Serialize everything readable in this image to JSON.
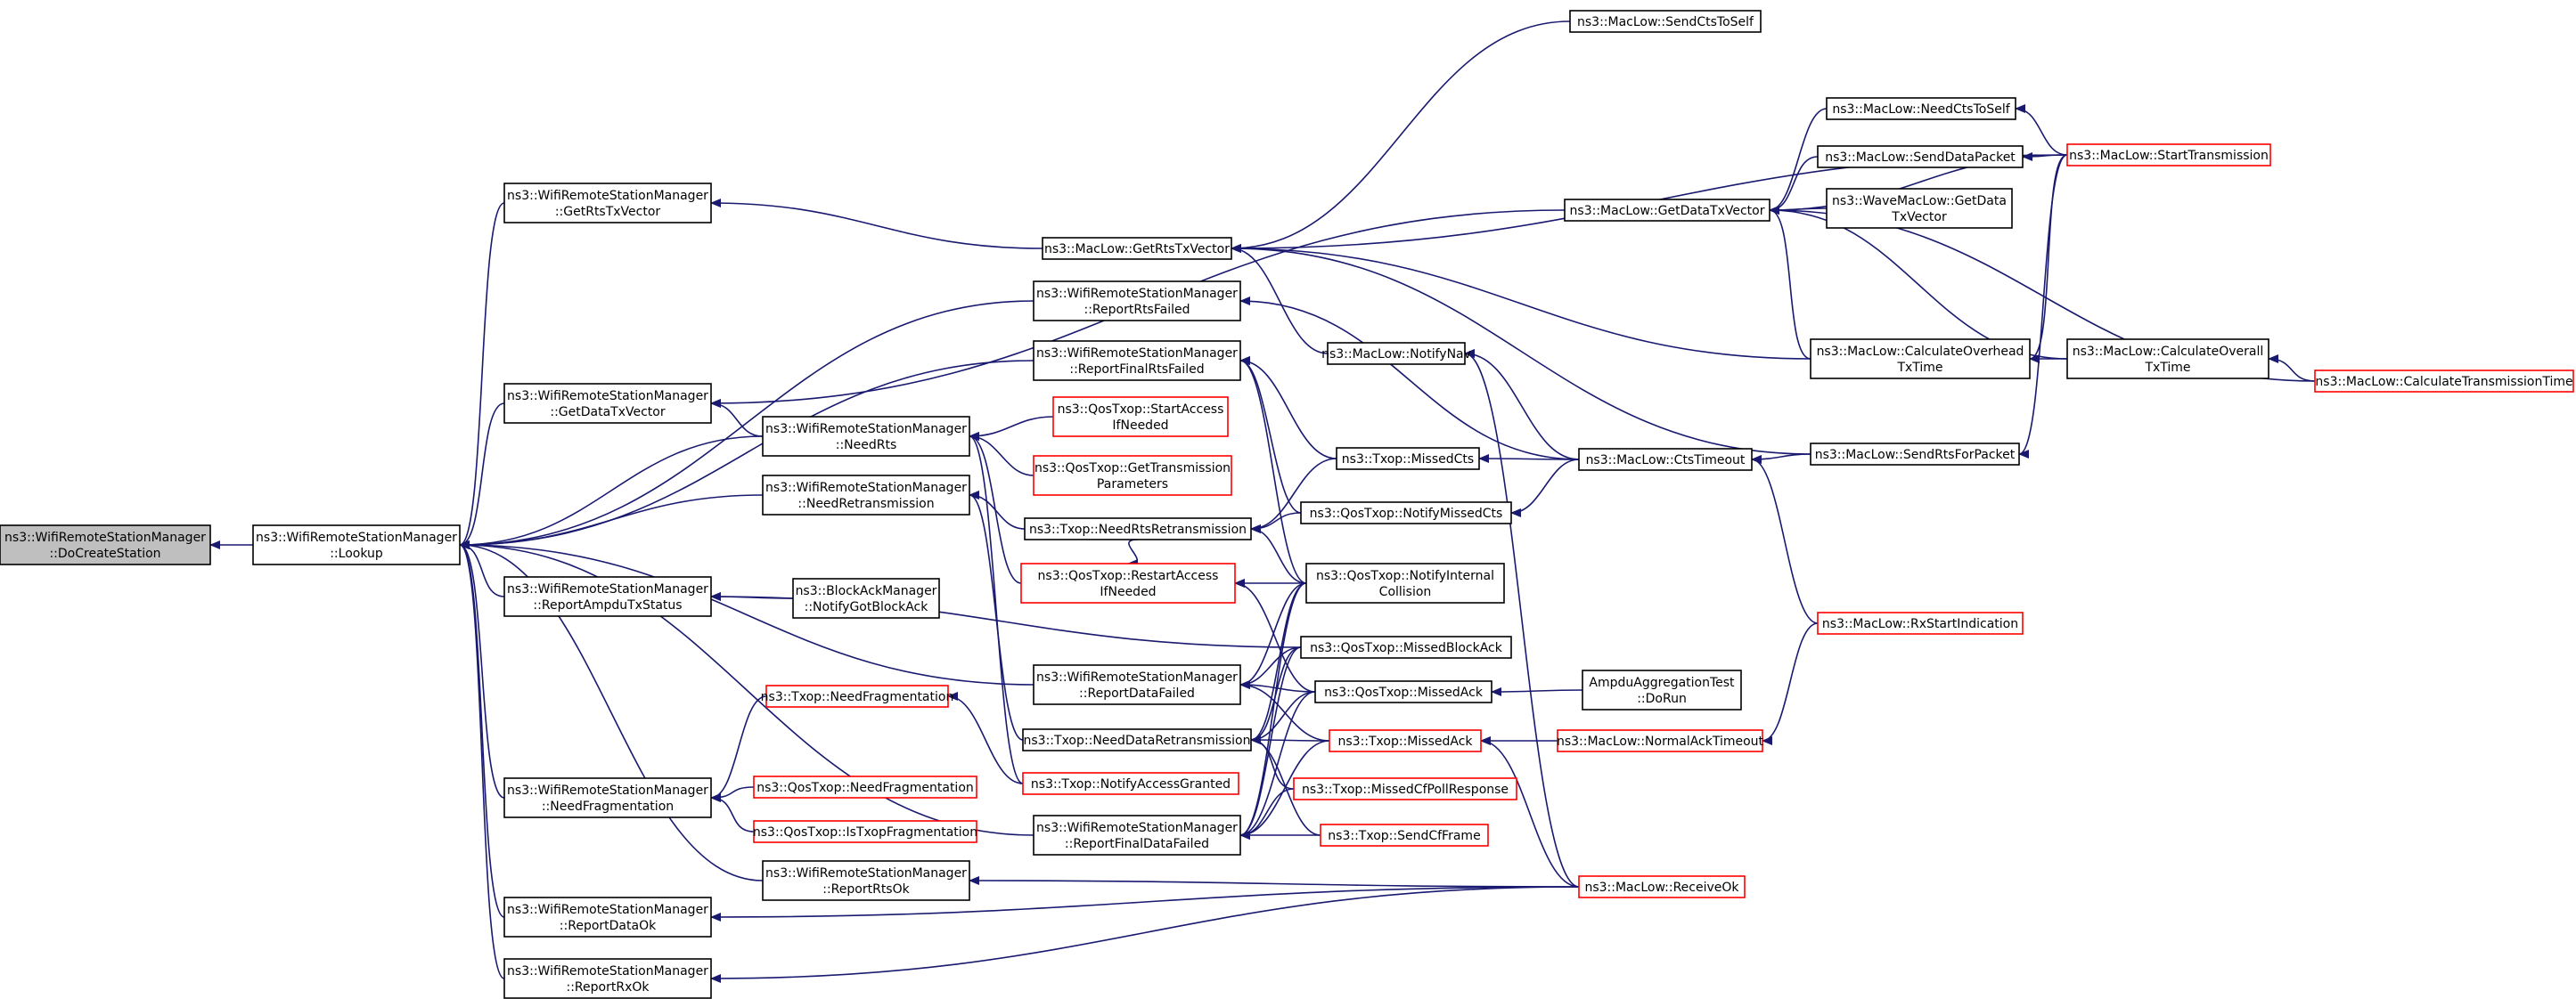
{
  "colors": {
    "edge": "#191970",
    "box_border_normal": "#000000",
    "box_border_truncated": "#ff0000",
    "box_fill_root": "#bfbfbf",
    "box_fill": "#ffffff"
  },
  "nodes": [
    {
      "id": "root",
      "lines": [
        "ns3::WifiRemoteStationManager",
        "::DoCreateStation"
      ],
      "style": "root"
    },
    {
      "id": "lookup",
      "lines": [
        "ns3::WifiRemoteStationManager",
        "::Lookup"
      ],
      "style": "normal"
    },
    {
      "id": "getRtsTxVector",
      "lines": [
        "ns3::WifiRemoteStationManager",
        "::GetRtsTxVector"
      ],
      "style": "normal"
    },
    {
      "id": "getDataTxVector",
      "lines": [
        "ns3::WifiRemoteStationManager",
        "::GetDataTxVector"
      ],
      "style": "normal"
    },
    {
      "id": "reportAmpdu",
      "lines": [
        "ns3::WifiRemoteStationManager",
        "::ReportAmpduTxStatus"
      ],
      "style": "normal"
    },
    {
      "id": "needFrag",
      "lines": [
        "ns3::WifiRemoteStationManager",
        "::NeedFragmentation"
      ],
      "style": "normal"
    },
    {
      "id": "reportDataOk",
      "lines": [
        "ns3::WifiRemoteStationManager",
        "::ReportDataOk"
      ],
      "style": "normal"
    },
    {
      "id": "reportRxOk",
      "lines": [
        "ns3::WifiRemoteStationManager",
        "::ReportRxOk"
      ],
      "style": "normal"
    },
    {
      "id": "needRts",
      "lines": [
        "ns3::WifiRemoteStationManager",
        "::NeedRts"
      ],
      "style": "normal"
    },
    {
      "id": "needRetrans",
      "lines": [
        "ns3::WifiRemoteStationManager",
        "::NeedRetransmission"
      ],
      "style": "normal"
    },
    {
      "id": "blockAck",
      "lines": [
        "ns3::BlockAckManager",
        "::NotifyGotBlockAck"
      ],
      "style": "normal"
    },
    {
      "id": "txopNeedFrag",
      "lines": [
        "ns3::Txop::NeedFragmentation"
      ],
      "style": "truncated"
    },
    {
      "id": "qosNeedFrag",
      "lines": [
        "ns3::QosTxop::NeedFragmentation"
      ],
      "style": "truncated"
    },
    {
      "id": "qosIsTxopFrag",
      "lines": [
        "ns3::QosTxop::IsTxopFragmentation"
      ],
      "style": "truncated"
    },
    {
      "id": "reportRtsOk",
      "lines": [
        "ns3::WifiRemoteStationManager",
        "::ReportRtsOk"
      ],
      "style": "normal"
    },
    {
      "id": "macGetRts",
      "lines": [
        "ns3::MacLow::GetRtsTxVector"
      ],
      "style": "normal"
    },
    {
      "id": "reportRtsFailed",
      "lines": [
        "ns3::WifiRemoteStationManager",
        "::ReportRtsFailed"
      ],
      "style": "normal"
    },
    {
      "id": "reportFinalRtsFailed",
      "lines": [
        "ns3::WifiRemoteStationManager",
        "::ReportFinalRtsFailed"
      ],
      "style": "normal"
    },
    {
      "id": "qosStartAccess",
      "lines": [
        "ns3::QosTxop::StartAccess",
        "IfNeeded"
      ],
      "style": "truncated"
    },
    {
      "id": "qosGetTransParams",
      "lines": [
        "ns3::QosTxop::GetTransmission",
        "Parameters"
      ],
      "style": "truncated"
    },
    {
      "id": "txopNeedRtsRetrans",
      "lines": [
        "ns3::Txop::NeedRtsRetransmission"
      ],
      "style": "normal"
    },
    {
      "id": "qosRestartAccess",
      "lines": [
        "ns3::QosTxop::RestartAccess",
        "IfNeeded"
      ],
      "style": "truncated"
    },
    {
      "id": "reportDataFailed",
      "lines": [
        "ns3::WifiRemoteStationManager",
        "::ReportDataFailed"
      ],
      "style": "normal"
    },
    {
      "id": "txopNeedDataRetrans",
      "lines": [
        "ns3::Txop::NeedDataRetransmission"
      ],
      "style": "normal"
    },
    {
      "id": "txopNotifyAccess",
      "lines": [
        "ns3::Txop::NotifyAccessGranted"
      ],
      "style": "truncated"
    },
    {
      "id": "reportFinalDataFailed",
      "lines": [
        "ns3::WifiRemoteStationManager",
        "::ReportFinalDataFailed"
      ],
      "style": "normal"
    },
    {
      "id": "macSendCtsToSelf",
      "lines": [
        "ns3::MacLow::SendCtsToSelf"
      ],
      "style": "normal"
    },
    {
      "id": "macNotifyNav",
      "lines": [
        "ns3::MacLow::NotifyNav"
      ],
      "style": "normal"
    },
    {
      "id": "txopMissedCts",
      "lines": [
        "ns3::Txop::MissedCts"
      ],
      "style": "normal"
    },
    {
      "id": "qosNotifyMissedCts",
      "lines": [
        "ns3::QosTxop::NotifyMissedCts"
      ],
      "style": "normal"
    },
    {
      "id": "qosNotifyInternal",
      "lines": [
        "ns3::QosTxop::NotifyInternal",
        "Collision"
      ],
      "style": "normal"
    },
    {
      "id": "qosMissedBlockAck",
      "lines": [
        "ns3::QosTxop::MissedBlockAck"
      ],
      "style": "normal"
    },
    {
      "id": "qosMissedAck",
      "lines": [
        "ns3::QosTxop::MissedAck"
      ],
      "style": "normal"
    },
    {
      "id": "txopMissedAck",
      "lines": [
        "ns3::Txop::MissedAck"
      ],
      "style": "truncated"
    },
    {
      "id": "txopMissedCfPoll",
      "lines": [
        "ns3::Txop::MissedCfPollResponse"
      ],
      "style": "truncated"
    },
    {
      "id": "txopSendCfFrame",
      "lines": [
        "ns3::Txop::SendCfFrame"
      ],
      "style": "truncated"
    },
    {
      "id": "macGetData",
      "lines": [
        "ns3::MacLow::GetDataTxVector"
      ],
      "style": "normal"
    },
    {
      "id": "macCtsTimeout",
      "lines": [
        "ns3::MacLow::CtsTimeout"
      ],
      "style": "normal"
    },
    {
      "id": "ampduTest",
      "lines": [
        "AmpduAggregationTest",
        "::DoRun"
      ],
      "style": "normal"
    },
    {
      "id": "macNormalAck",
      "lines": [
        "ns3::MacLow::NormalAckTimeout"
      ],
      "style": "truncated"
    },
    {
      "id": "macReceiveOk",
      "lines": [
        "ns3::MacLow::ReceiveOk"
      ],
      "style": "truncated"
    },
    {
      "id": "macRxStart",
      "lines": [
        "ns3::MacLow::RxStartIndication"
      ],
      "style": "truncated"
    },
    {
      "id": "macNeedCtsToSelf",
      "lines": [
        "ns3::MacLow::NeedCtsToSelf"
      ],
      "style": "normal"
    },
    {
      "id": "macSendDataPacket",
      "lines": [
        "ns3::MacLow::SendDataPacket"
      ],
      "style": "normal"
    },
    {
      "id": "waveGetData",
      "lines": [
        "ns3::WaveMacLow::GetData",
        "TxVector"
      ],
      "style": "normal"
    },
    {
      "id": "macCalcOverhead",
      "lines": [
        "ns3::MacLow::CalculateOverhead",
        "TxTime"
      ],
      "style": "normal"
    },
    {
      "id": "macSendRts",
      "lines": [
        "ns3::MacLow::SendRtsForPacket"
      ],
      "style": "normal"
    },
    {
      "id": "macStartTrans",
      "lines": [
        "ns3::MacLow::StartTransmission"
      ],
      "style": "truncated"
    },
    {
      "id": "macCalcOverall",
      "lines": [
        "ns3::MacLow::CalculateOverall",
        "TxTime"
      ],
      "style": "normal"
    },
    {
      "id": "macCalcTransTime",
      "lines": [
        "ns3::MacLow::CalculateTransmissionTime"
      ],
      "style": "truncated"
    }
  ],
  "edges": [
    [
      "lookup",
      "root"
    ],
    [
      "getRtsTxVector",
      "lookup"
    ],
    [
      "getDataTxVector",
      "lookup"
    ],
    [
      "needRts",
      "lookup"
    ],
    [
      "needRetrans",
      "lookup"
    ],
    [
      "reportAmpdu",
      "lookup"
    ],
    [
      "needFrag",
      "lookup"
    ],
    [
      "reportDataOk",
      "lookup"
    ],
    [
      "reportRxOk",
      "lookup"
    ],
    [
      "reportRtsOk",
      "lookup"
    ],
    [
      "reportRtsFailed",
      "lookup"
    ],
    [
      "reportFinalRtsFailed",
      "lookup"
    ],
    [
      "reportDataFailed",
      "lookup"
    ],
    [
      "reportFinalDataFailed",
      "lookup"
    ],
    [
      "macGetRts",
      "getRtsTxVector"
    ],
    [
      "macGetData",
      "getDataTxVector"
    ],
    [
      "needRts",
      "getDataTxVector"
    ],
    [
      "blockAck",
      "reportAmpdu"
    ],
    [
      "qosMissedBlockAck",
      "reportAmpdu"
    ],
    [
      "txopNeedFrag",
      "needFrag"
    ],
    [
      "qosNeedFrag",
      "needFrag"
    ],
    [
      "qosIsTxopFrag",
      "needFrag"
    ],
    [
      "macReceiveOk",
      "reportRtsOk"
    ],
    [
      "macReceiveOk",
      "reportDataOk"
    ],
    [
      "macReceiveOk",
      "reportRxOk"
    ],
    [
      "qosStartAccess",
      "needRts"
    ],
    [
      "qosGetTransParams",
      "needRts"
    ],
    [
      "qosRestartAccess",
      "needRts"
    ],
    [
      "txopNotifyAccess",
      "needRts"
    ],
    [
      "txopNeedRtsRetrans",
      "needRetrans"
    ],
    [
      "txopNeedDataRetrans",
      "needRetrans"
    ],
    [
      "txopNotifyAccess",
      "txopNeedFrag"
    ],
    [
      "macSendCtsToSelf",
      "macGetRts"
    ],
    [
      "macStartTrans",
      "macGetRts"
    ],
    [
      "macNotifyNav",
      "macGetRts"
    ],
    [
      "macSendRts",
      "macGetRts"
    ],
    [
      "macCalcOverhead",
      "macGetRts"
    ],
    [
      "macCtsTimeout",
      "reportRtsFailed"
    ],
    [
      "txopMissedCts",
      "reportFinalRtsFailed"
    ],
    [
      "qosNotifyMissedCts",
      "reportFinalRtsFailed"
    ],
    [
      "qosNotifyInternal",
      "reportFinalRtsFailed"
    ],
    [
      "txopMissedCts",
      "txopNeedRtsRetrans"
    ],
    [
      "qosNotifyMissedCts",
      "txopNeedRtsRetrans"
    ],
    [
      "qosNotifyInternal",
      "txopNeedRtsRetrans"
    ],
    [
      "qosNotifyInternal",
      "qosRestartAccess"
    ],
    [
      "qosMissedAck",
      "qosRestartAccess"
    ],
    [
      "txopNeedRtsRetrans",
      "qosRestartAccess"
    ],
    [
      "qosMissedBlockAck",
      "reportDataFailed"
    ],
    [
      "qosMissedAck",
      "reportDataFailed"
    ],
    [
      "txopMissedAck",
      "reportDataFailed"
    ],
    [
      "qosNotifyInternal",
      "reportDataFailed"
    ],
    [
      "qosMissedBlockAck",
      "txopNeedDataRetrans"
    ],
    [
      "qosMissedAck",
      "txopNeedDataRetrans"
    ],
    [
      "txopMissedAck",
      "txopNeedDataRetrans"
    ],
    [
      "txopMissedCfPoll",
      "txopNeedDataRetrans"
    ],
    [
      "txopSendCfFrame",
      "txopNeedDataRetrans"
    ],
    [
      "qosNotifyInternal",
      "txopNeedDataRetrans"
    ],
    [
      "qosMissedBlockAck",
      "reportFinalDataFailed"
    ],
    [
      "qosMissedAck",
      "reportFinalDataFailed"
    ],
    [
      "txopMissedAck",
      "reportFinalDataFailed"
    ],
    [
      "txopMissedCfPoll",
      "reportFinalDataFailed"
    ],
    [
      "txopSendCfFrame",
      "reportFinalDataFailed"
    ],
    [
      "qosNotifyInternal",
      "reportFinalDataFailed"
    ],
    [
      "macCtsTimeout",
      "macNotifyNav"
    ],
    [
      "macReceiveOk",
      "macNotifyNav"
    ],
    [
      "macCtsTimeout",
      "txopMissedCts"
    ],
    [
      "macCtsTimeout",
      "qosNotifyMissedCts"
    ],
    [
      "ampduTest",
      "qosMissedAck"
    ],
    [
      "macNormalAck",
      "txopMissedAck"
    ],
    [
      "macReceiveOk",
      "txopMissedAck"
    ],
    [
      "macNeedCtsToSelf",
      "macGetData"
    ],
    [
      "macSendDataPacket",
      "macGetData"
    ],
    [
      "waveGetData",
      "macGetData"
    ],
    [
      "macCalcOverhead",
      "macGetData"
    ],
    [
      "macStartTrans",
      "macGetData"
    ],
    [
      "macCalcOverall",
      "macGetData"
    ],
    [
      "macCalcTransTime",
      "macGetData"
    ],
    [
      "macSendRts",
      "macCtsTimeout"
    ],
    [
      "macRxStart",
      "macCtsTimeout"
    ],
    [
      "macRxStart",
      "macNormalAck"
    ],
    [
      "macStartTrans",
      "macNeedCtsToSelf"
    ],
    [
      "macStartTrans",
      "macSendDataPacket"
    ],
    [
      "macStartTrans",
      "macCalcOverhead"
    ],
    [
      "macCalcOverall",
      "macCalcOverhead"
    ],
    [
      "macStartTrans",
      "macSendRts"
    ],
    [
      "macCalcTransTime",
      "macCalcOverall"
    ]
  ]
}
